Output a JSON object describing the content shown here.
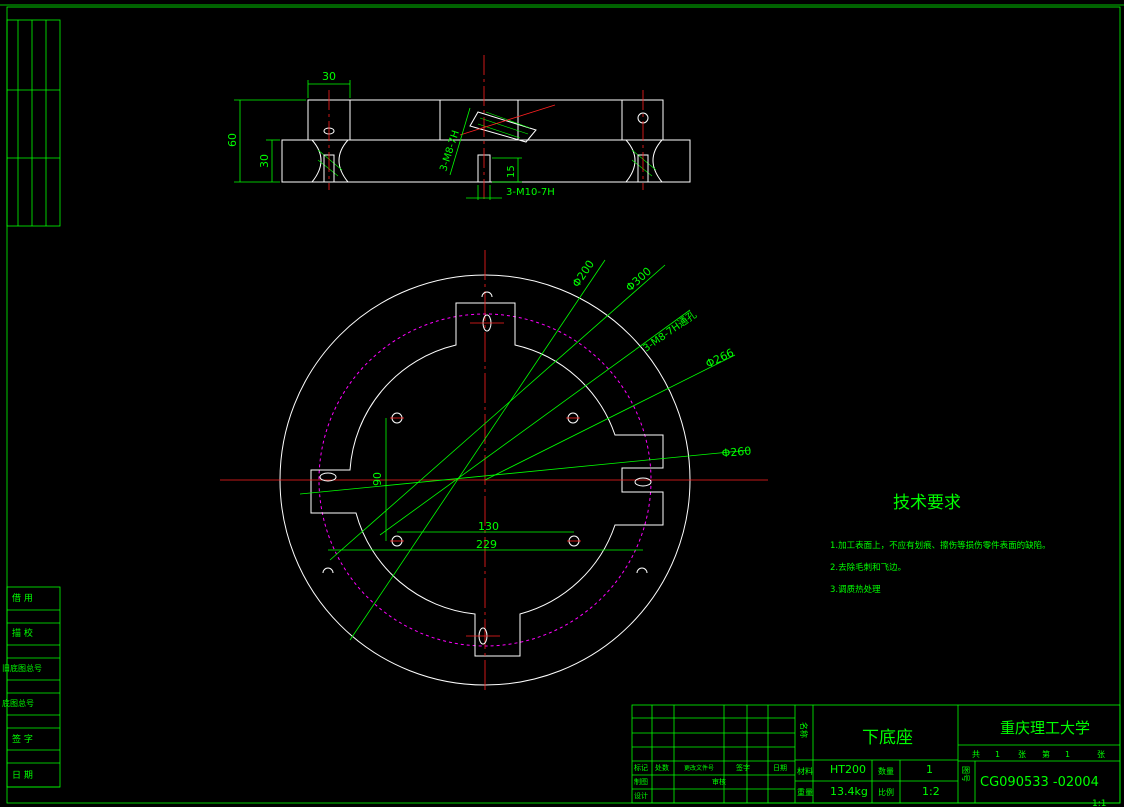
{
  "title_block": {
    "part_name": "下底座",
    "org": "重庆理工大学",
    "material": "HT200",
    "weight": "13.4kg",
    "quantity": "1",
    "scale": "1:2",
    "drawing_no": "CG090533 -02004",
    "sheet_total_label": "共",
    "sheet_total_value": "1",
    "sheet_unit": "张",
    "sheet_no_label": "第",
    "sheet_no_value": "1",
    "labels": {
      "name": "名称",
      "material": "材料",
      "weight": "重量",
      "quantity": "数量",
      "scale": "比例",
      "drawing": "图号",
      "mark": "标记",
      "count": "处数",
      "change_doc": "更改文件号",
      "sign": "签字",
      "date": "日期",
      "design": "设计",
      "draw": "制图",
      "review": "审核"
    },
    "bottom_text": "1:1"
  },
  "left_panel": {
    "labels": [
      "借 用",
      "描 校",
      "旧底图总号",
      "底图总号",
      "签 字",
      "日 期"
    ]
  },
  "tech_req": {
    "title": "技术要求",
    "items": [
      "1.加工表面上，不应有划痕、擦伤等损伤零件表面的缺陷。",
      "2.去除毛刺和飞边。",
      "3.调质热处理"
    ]
  },
  "dims": {
    "top_30": "30",
    "h_60": "60",
    "h_30": "30",
    "thread_m8": "3-M8-7H",
    "thread_m10": "3-M10-7H",
    "depth_15": "15",
    "d200": "Φ200",
    "d300": "Φ300",
    "thread_m8_deep": "3-M8-7H通孔",
    "d266": "Φ266",
    "d260": "Φ260",
    "dim_90": "90",
    "dim_130": "130",
    "dim_229": "229"
  }
}
